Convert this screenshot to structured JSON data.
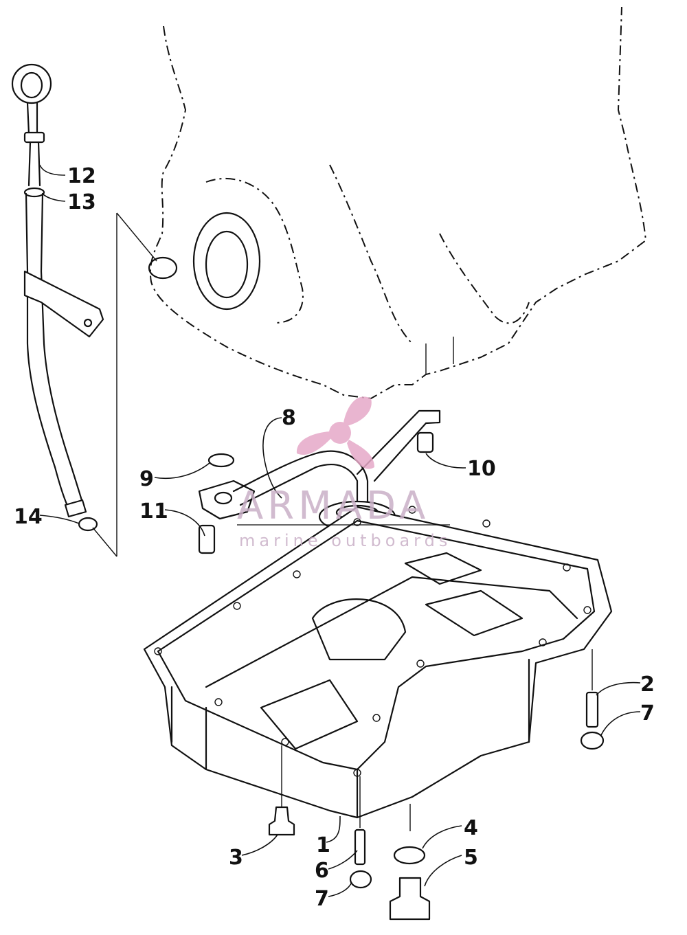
{
  "callouts": [
    {
      "id": "1",
      "text": "1"
    },
    {
      "id": "2",
      "text": "2"
    },
    {
      "id": "3",
      "text": "3"
    },
    {
      "id": "4",
      "text": "4"
    },
    {
      "id": "5",
      "text": "5"
    },
    {
      "id": "6",
      "text": "6"
    },
    {
      "id": "7a",
      "text": "7"
    },
    {
      "id": "7b",
      "text": "7"
    },
    {
      "id": "8",
      "text": "8"
    },
    {
      "id": "9",
      "text": "9"
    },
    {
      "id": "10",
      "text": "10"
    },
    {
      "id": "11",
      "text": "11"
    },
    {
      "id": "12",
      "text": "12"
    },
    {
      "id": "13",
      "text": "13"
    },
    {
      "id": "14",
      "text": "14"
    }
  ],
  "watermark": {
    "brand": "ARMADA",
    "tagline": "marine outboards",
    "color": "#c9b0c7",
    "logo_color": "#e6a9c8"
  }
}
